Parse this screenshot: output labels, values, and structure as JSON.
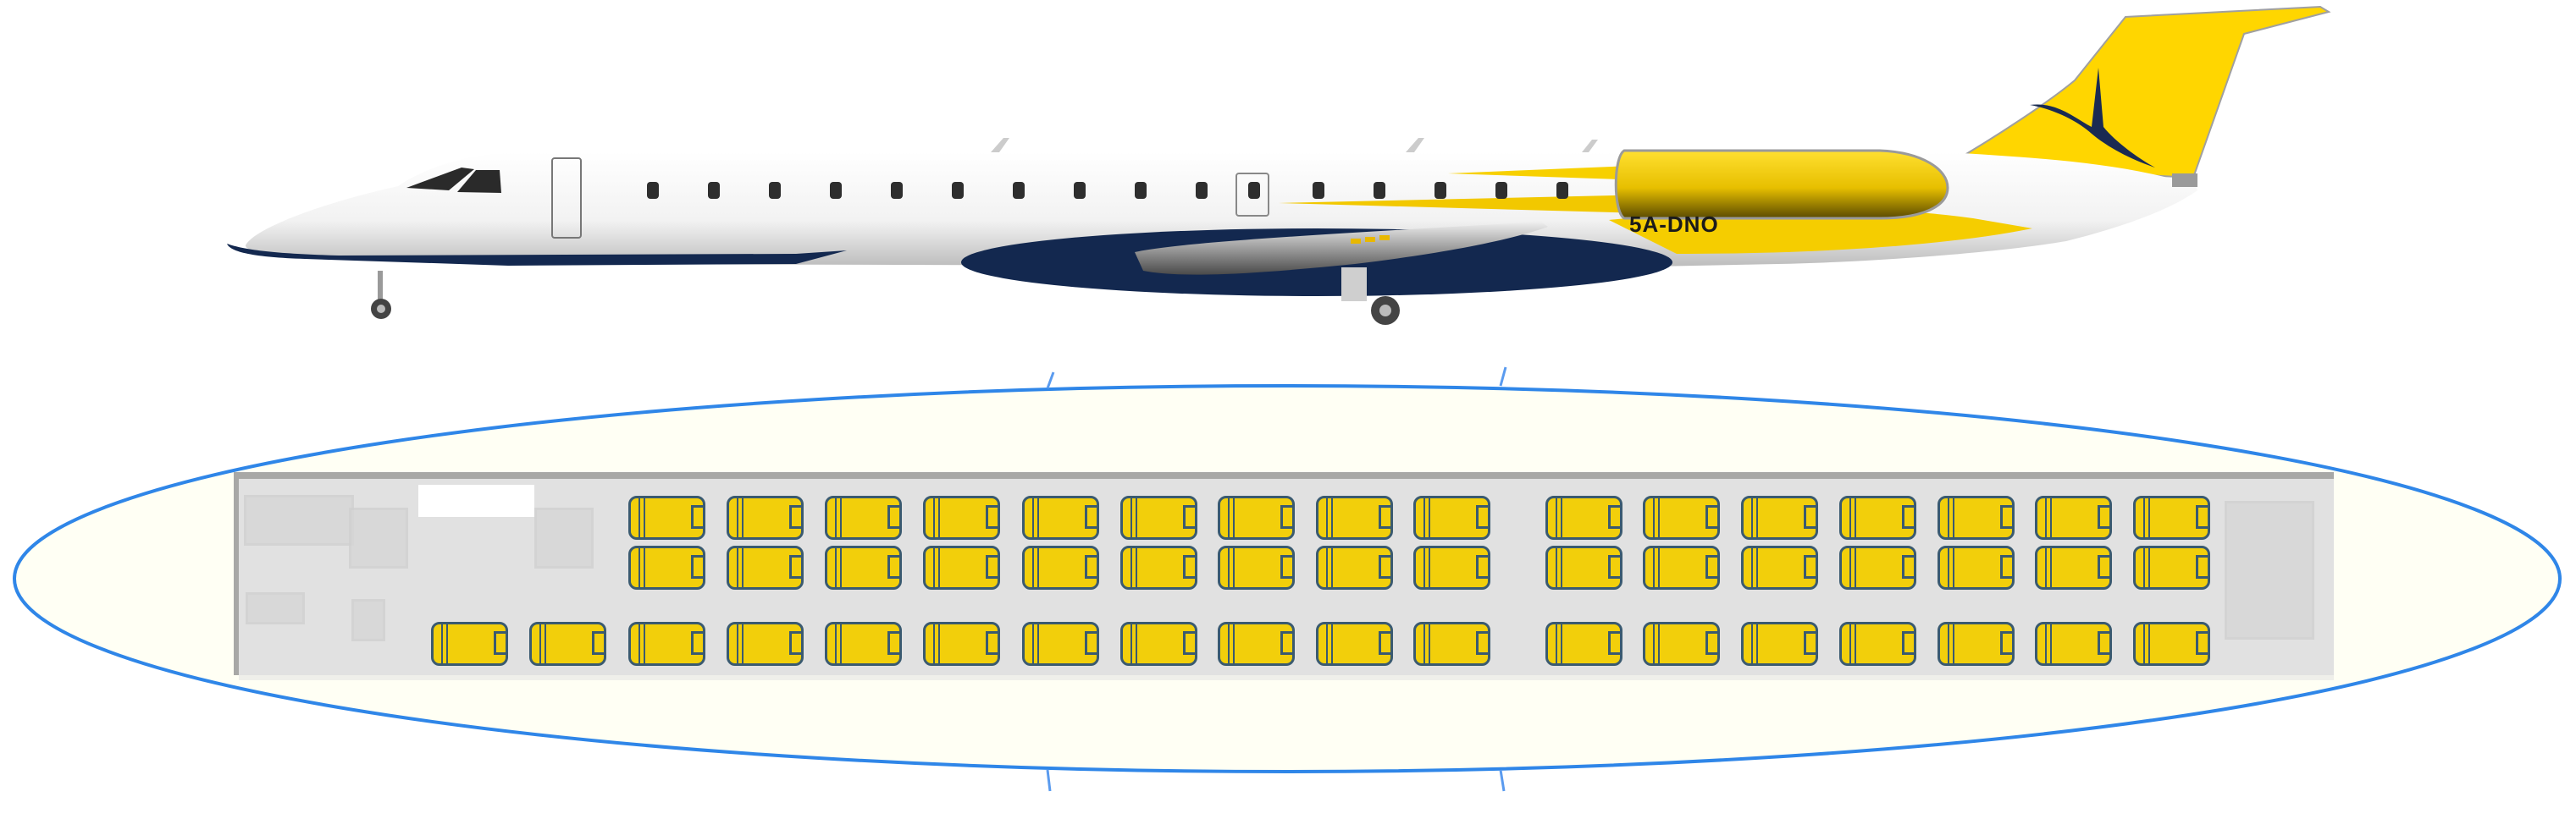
{
  "aircraft": {
    "registration": "5A-DNO",
    "type_view": "side-profile",
    "livery_colors": {
      "fuselage": "#f4f4f4",
      "belly": "#13284f",
      "tail": "#ffd600",
      "tail_logo": "#1a2b52",
      "engine": "#ffd400",
      "window": "#2e2e2e"
    }
  },
  "seat_map": {
    "outline_color": "#2f86e8",
    "background_color": "#fffff4",
    "cabin_color": "#e1e1e1",
    "seat_fill": "#f2cf0b",
    "seat_border": "#3a5a70",
    "layout": "1-2",
    "total_seats": 50,
    "rows": [
      {
        "row": 1,
        "seats": [
          "C"
        ]
      },
      {
        "row": 2,
        "seats": [
          "C"
        ]
      },
      {
        "row": 3,
        "seats": [
          "A",
          "B",
          "C"
        ]
      },
      {
        "row": 4,
        "seats": [
          "A",
          "B",
          "C"
        ]
      },
      {
        "row": 5,
        "seats": [
          "A",
          "B",
          "C"
        ]
      },
      {
        "row": 6,
        "seats": [
          "A",
          "B",
          "C"
        ]
      },
      {
        "row": 7,
        "seats": [
          "A",
          "B",
          "C"
        ]
      },
      {
        "row": 8,
        "seats": [
          "A",
          "B",
          "C"
        ]
      },
      {
        "row": 9,
        "seats": [
          "A",
          "B",
          "C"
        ]
      },
      {
        "row": 10,
        "seats": [
          "A",
          "B",
          "C"
        ]
      },
      {
        "row": 11,
        "seats": [
          "A",
          "B",
          "C"
        ]
      },
      {
        "row": 12,
        "seats": [
          "A",
          "B",
          "C"
        ]
      },
      {
        "row": 13,
        "seats": [
          "A",
          "B",
          "C"
        ]
      },
      {
        "row": 14,
        "seats": [
          "A",
          "B",
          "C"
        ]
      },
      {
        "row": 15,
        "seats": [
          "A",
          "B",
          "C"
        ]
      },
      {
        "row": 16,
        "seats": [
          "A",
          "B",
          "C"
        ]
      },
      {
        "row": 17,
        "seats": [
          "A",
          "B",
          "C"
        ]
      },
      {
        "row": 18,
        "seats": [
          "A",
          "B",
          "C"
        ]
      }
    ],
    "facilities": [
      {
        "name": "forward-galley",
        "position": "front"
      },
      {
        "name": "rear-lavatory",
        "position": "rear"
      }
    ]
  }
}
